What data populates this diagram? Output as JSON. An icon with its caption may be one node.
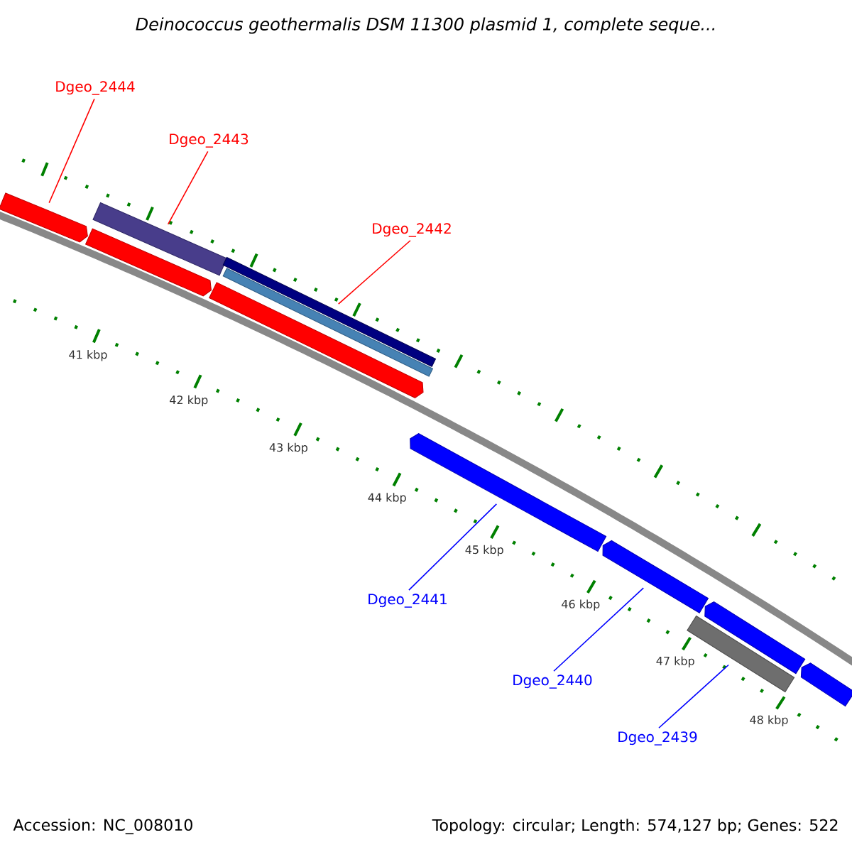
{
  "diagram": {
    "title": "Deinococcus geothermalis DSM 11300 plasmid 1, complete seque...",
    "nodes": [
      {
        "text": [
          "Dgeo_2444"
        ]
      },
      {
        "text": [
          "Dgeo_2443"
        ]
      },
      {
        "text": [
          "Dgeo_2442"
        ]
      },
      {
        "text": [
          "Dgeo_2441"
        ]
      },
      {
        "text": [
          "Dgeo_2440"
        ]
      },
      {
        "text": [
          "Dgeo_2439"
        ]
      },
      {
        "text": [],
        "shape": "arrow"
      },
      {
        "text": [],
        "shape": "bar"
      },
      {
        "text": [],
        "shape": "arrow"
      },
      {
        "text": [],
        "shape": "bar"
      },
      {
        "text": [],
        "shape": "bar"
      },
      {
        "text": [],
        "shape": "arrow"
      },
      {
        "text": [],
        "shape": "arrow"
      },
      {
        "text": [],
        "shape": "arrow"
      },
      {
        "text": [],
        "shape": "bar"
      },
      {
        "text": [],
        "shape": "arrow"
      },
      {
        "text": [],
        "shape": "arrow"
      }
    ],
    "edges": [
      {
        "from": 0,
        "to": 6,
        "arrow": "none",
        "color": "#ff0000"
      },
      {
        "from": 1,
        "to": 7,
        "arrow": "none",
        "color": "#ff0000"
      },
      {
        "from": 2,
        "to": 9,
        "arrow": "none",
        "color": "#ff0000"
      },
      {
        "from": 3,
        "to": 12,
        "arrow": "none",
        "color": "#0000ff"
      },
      {
        "from": 4,
        "to": 13,
        "arrow": "none",
        "color": "#0000ff"
      },
      {
        "from": 5,
        "to": 14,
        "arrow": "none",
        "color": "#0000ff"
      }
    ],
    "labels": [
      "41 kbp",
      "42 kbp",
      "43 kbp",
      "44 kbp",
      "45 kbp",
      "46 kbp",
      "47 kbp",
      "48 kbp",
      "Accession: NC_008010",
      "Topology: circular; Length: 574,127 bp; Genes: 522"
    ]
  }
}
